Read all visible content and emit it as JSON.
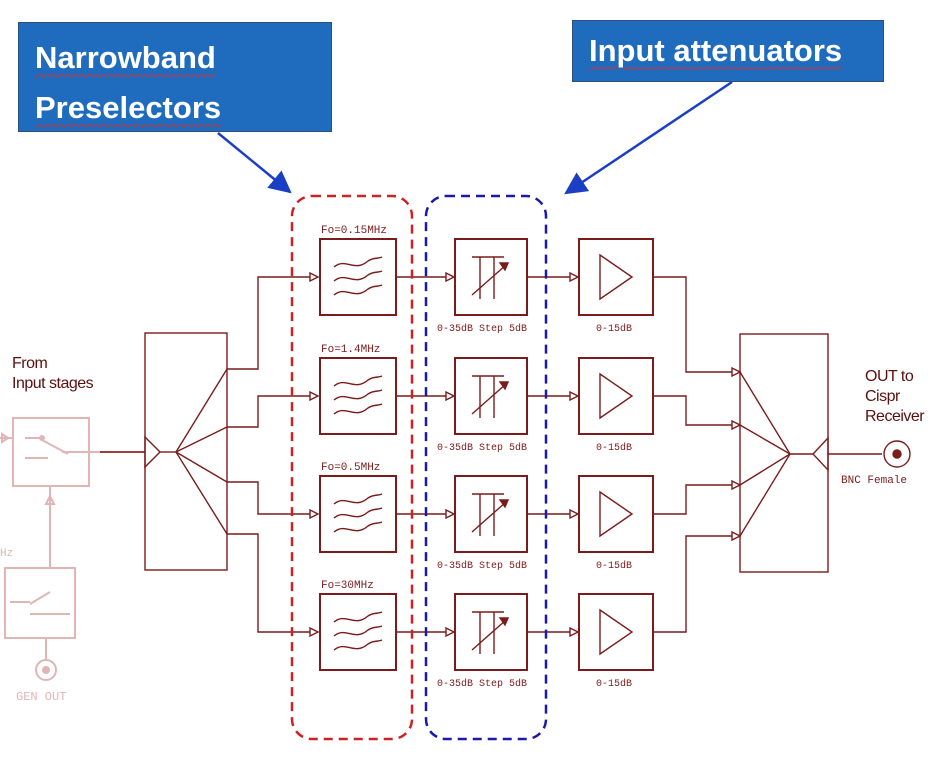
{
  "callouts": {
    "preselectors_line1": "Narrowband",
    "preselectors_line2": "Preselectors",
    "attenuators": "Input attenuators"
  },
  "input_label": {
    "line1": "From",
    "line2": "Input stages"
  },
  "output_label": {
    "line1": "OUT to",
    "line2": "Cispr",
    "line3": "Receiver"
  },
  "connector_label": "BNC Female",
  "gen_out_label": "GEN OUT",
  "partial_label": "Hz",
  "channels": [
    {
      "filter": "Fo=0.15MHz",
      "attenuator": "0-35dB Step 5dB",
      "amplifier": "0-15dB"
    },
    {
      "filter": "Fo=1.4MHz",
      "attenuator": "0-35dB Step 5dB",
      "amplifier": "0-15dB"
    },
    {
      "filter": "Fo=0.5MHz",
      "attenuator": "0-35dB Step 5dB",
      "amplifier": "0-15dB"
    },
    {
      "filter": "Fo=30MHz",
      "attenuator": "0-35dB Step 5dB",
      "amplifier": "0-15dB"
    }
  ],
  "colors": {
    "schematic": "#7a1c1c",
    "faded": "#e2b5b5",
    "callout_fill": "#1f6bbd",
    "preselector_outline": "#cc2222",
    "attenuator_outline": "#1a1aaa",
    "arrow": "#1a3fc4"
  }
}
